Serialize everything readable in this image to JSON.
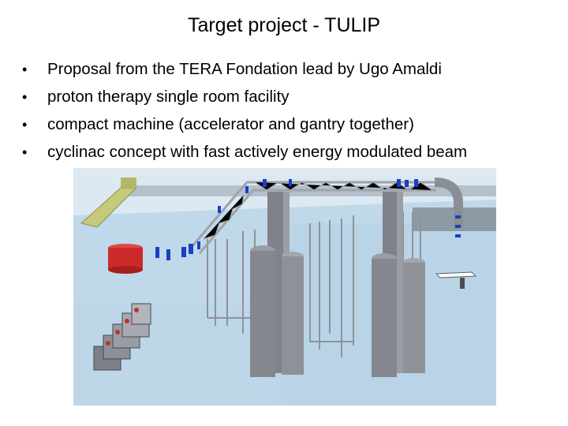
{
  "slide": {
    "title": "Target project - TULIP",
    "bullets": [
      "Proposal from the TERA Fondation lead by Ugo Amaldi",
      "proton therapy single room facility",
      "compact machine (accelerator and gantry together)",
      "cyclinac concept with fast actively energy modulated beam"
    ],
    "bullet_glyph": "•"
  },
  "colors": {
    "room": "#c3dced",
    "pillar": "#7f8288",
    "truss": "#b8bcc3",
    "tank": "#cc2a2a",
    "magnet": "#1c3ec4",
    "platform": "#c5c97a"
  }
}
